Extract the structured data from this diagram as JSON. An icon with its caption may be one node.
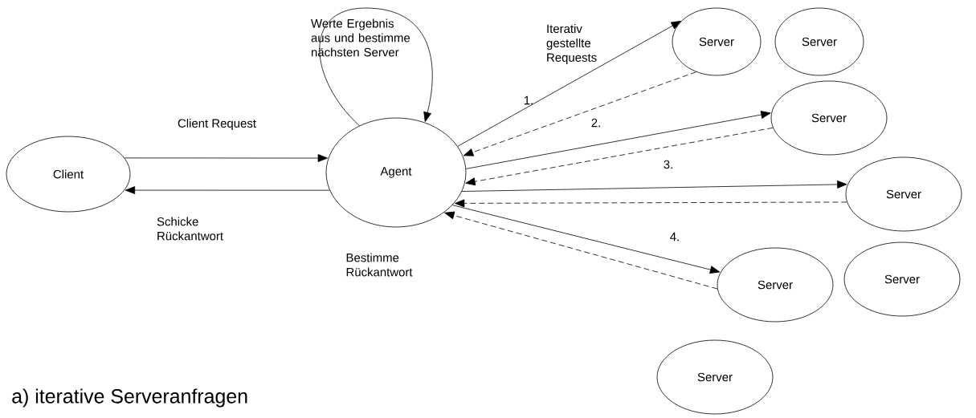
{
  "diagram": {
    "caption": "a) iterative Serveranfragen",
    "nodes": [
      {
        "text": [
          "Client"
        ]
      },
      {
        "text": [
          "Agent"
        ]
      },
      {
        "text": [
          "Server"
        ]
      },
      {
        "text": [
          "Server"
        ]
      },
      {
        "text": [
          "Server"
        ]
      },
      {
        "text": [
          "Server"
        ]
      },
      {
        "text": [
          "Server"
        ]
      },
      {
        "text": [
          "Server"
        ]
      },
      {
        "text": [
          "Server"
        ]
      }
    ],
    "edges": [
      {
        "from": 0,
        "to": 1,
        "arrow": "to",
        "label": "Client Request"
      },
      {
        "from": 1,
        "to": 0,
        "arrow": "to",
        "label": "Schicke Rückantwort"
      },
      {
        "from": 1,
        "to": 1,
        "arrow": "to",
        "label": "Werte Ergebnis aus und bestimme nächsten Server"
      },
      {
        "from": 1,
        "to": 2,
        "arrow": "to",
        "label": "1."
      },
      {
        "from": 2,
        "to": 1,
        "arrow": "to",
        "style": "dashed"
      },
      {
        "from": 1,
        "to": 4,
        "arrow": "to",
        "label": "2."
      },
      {
        "from": 4,
        "to": 1,
        "arrow": "to",
        "style": "dashed"
      },
      {
        "from": 1,
        "to": 5,
        "arrow": "to",
        "label": "3."
      },
      {
        "from": 5,
        "to": 1,
        "arrow": "to",
        "style": "dashed"
      },
      {
        "from": 1,
        "to": 6,
        "arrow": "to",
        "label": "4."
      },
      {
        "from": 6,
        "to": 1,
        "arrow": "to",
        "style": "dashed"
      }
    ],
    "labels": [
      "Iterativ gestellte Requests",
      "Bestimme Rückantwort"
    ]
  }
}
